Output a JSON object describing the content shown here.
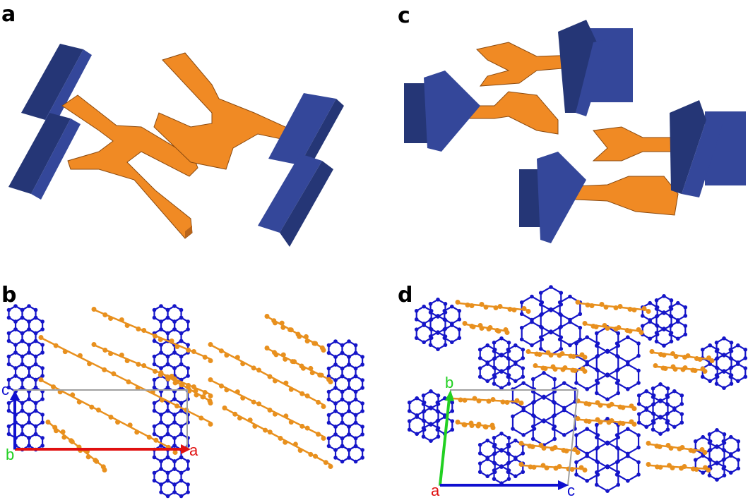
{
  "panels": {
    "a": {
      "label": "a"
    },
    "b": {
      "label": "b",
      "axes": {
        "x": "a",
        "y": "c",
        "origin": "b"
      }
    },
    "c": {
      "label": "c"
    },
    "d": {
      "label": "d",
      "axes": {
        "x": "c",
        "y": "b",
        "origin": "a"
      }
    }
  },
  "colors": {
    "blue_block": "#34479a",
    "blue_block_dark": "#253676",
    "orange": "#f08a24",
    "orange_dark": "#b8641a",
    "molecule_blue": "#1515c8",
    "molecule_orange": "#e8901e",
    "axis_red": "#e01010",
    "axis_green": "#22d022",
    "axis_blue": "#1010d0",
    "cell_gray": "#a0a0a0"
  }
}
